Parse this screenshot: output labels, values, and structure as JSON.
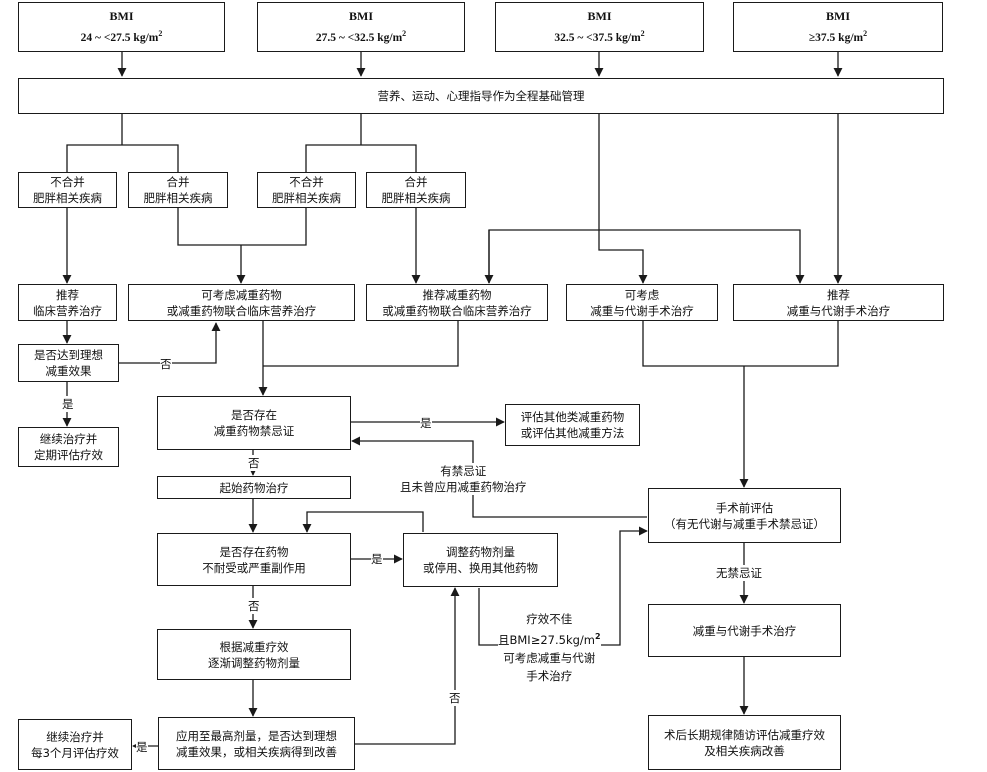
{
  "bmi": [
    {
      "title": "BMI",
      "range": "24 ~ <27.5 kg/m",
      "unit_sup": "2"
    },
    {
      "title": "BMI",
      "range": "27.5 ~ <32.5 kg/m",
      "unit_sup": "2"
    },
    {
      "title": "BMI",
      "range": "32.5 ~ <37.5 kg/m",
      "unit_sup": "2"
    },
    {
      "title": "BMI",
      "range": "≥37.5 kg/m",
      "unit_sup": "2"
    }
  ],
  "base": "营养、运动、心理指导作为全程基础管理",
  "level2": [
    {
      "l1": "不合并",
      "l2": "肥胖相关疾病"
    },
    {
      "l1": "合并",
      "l2": "肥胖相关疾病"
    },
    {
      "l1": "不合并",
      "l2": "肥胖相关疾病"
    },
    {
      "l1": "合并",
      "l2": "肥胖相关疾病"
    }
  ],
  "level3": [
    {
      "l1": "推荐",
      "l2": "临床营养治疗"
    },
    {
      "l1": "可考虑减重药物",
      "l2": "或减重药物联合临床营养治疗"
    },
    {
      "l1": "推荐减重药物",
      "l2": "或减重药物联合临床营养治疗"
    },
    {
      "l1": "可考虑",
      "l2": "减重与代谢手术治疗"
    },
    {
      "l1": "推荐",
      "l2": "减重与代谢手术治疗"
    }
  ],
  "left": {
    "ideal": {
      "l1": "是否达到理想",
      "l2": "减重效果"
    },
    "cont": {
      "l1": "继续治疗并",
      "l2": "定期评估疗效"
    }
  },
  "drug": {
    "contra": {
      "l1": "是否存在",
      "l2": "减重药物禁忌证"
    },
    "eval_other": {
      "l1": "评估其他类减重药物",
      "l2": "或评估其他减重方法"
    },
    "start": "起始药物治疗",
    "intol": {
      "l1": "是否存在药物",
      "l2": "不耐受或严重副作用"
    },
    "adjust": {
      "l1": "调整药物剂量",
      "l2": "或停用、换用其他药物"
    },
    "titrate": {
      "l1": "根据减重疗效",
      "l2": "逐渐调整药物剂量"
    },
    "maxdose": {
      "l1": "应用至最高剂量，是否达到理想",
      "l2": "减重效果，或相关疾病得到改善"
    },
    "cont3m": {
      "l1": "继续治疗并",
      "l2": "每3个月评估疗效"
    }
  },
  "surgery": {
    "preop": {
      "l1": "手术前评估",
      "l2": "（有无代谢与减重手术禁忌证）"
    },
    "op": "减重与代谢手术治疗",
    "post": {
      "l1": "术后长期规律随访评估减重疗效",
      "l2": "及相关疾病改善"
    }
  },
  "labels": {
    "no1": "否",
    "yes1": "是",
    "yes2": "是",
    "no2": "否",
    "contra_no_drug": {
      "l1": "有禁忌证",
      "l2": "且未曾应用减重药物治疗"
    },
    "yes3": "是",
    "no3": "否",
    "yes4": "是",
    "no4": "否",
    "poor_l1": "疗效不佳",
    "poor_l2": "且BMI≥27.5kg/m",
    "poor_sup": "2",
    "poor_l3": "可考虑减重与代谢",
    "poor_l4": "手术治疗",
    "no_contra": "无禁忌证"
  }
}
